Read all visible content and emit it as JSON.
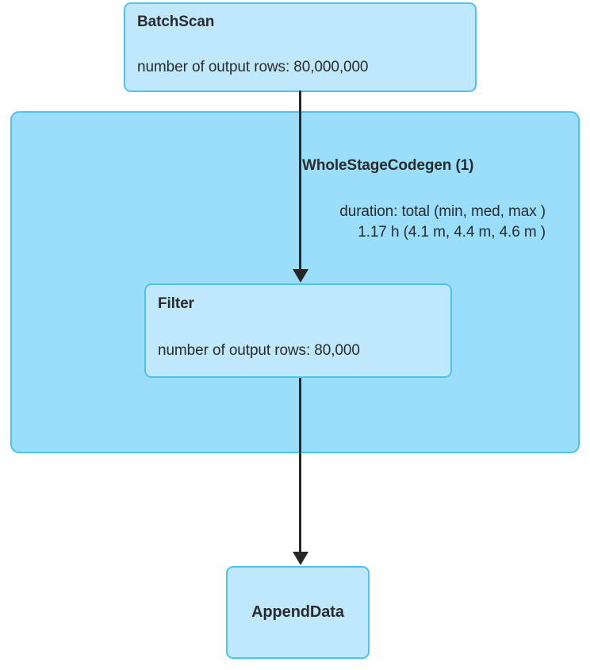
{
  "diagram": {
    "type": "spark-sql-query-plan",
    "background_color": "#ffffff",
    "node_fill_color": "#bfe8fd",
    "cluster_fill_color": "#9adefb",
    "node_border_color": "#4ec3f0",
    "edge_color": "#262626",
    "text_color": "#2b2b2b"
  },
  "nodes": {
    "batchscan": {
      "title": "BatchScan",
      "metric": "number of output rows: 80,000,000"
    },
    "filter": {
      "title": "Filter",
      "metric": "number of output rows: 80,000"
    },
    "appenddata": {
      "title": "AppendData"
    }
  },
  "cluster": {
    "title": "WholeStageCodegen (1)",
    "metric_header": "duration: total (min, med, max )",
    "metric_values": "1.17 h (4.1 m, 4.4 m, 4.6 m )"
  },
  "edges": [
    {
      "from": "BatchScan",
      "to": "Filter"
    },
    {
      "from": "Filter",
      "to": "AppendData"
    }
  ]
}
